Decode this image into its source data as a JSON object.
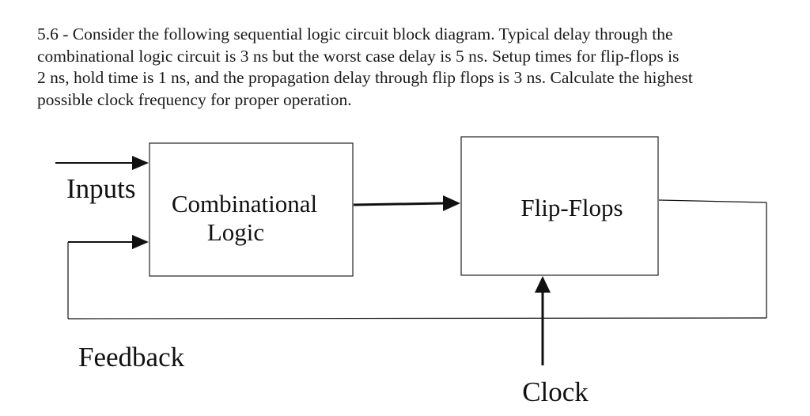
{
  "problem": {
    "lines": [
      "5.6 - Consider the following sequential logic circuit block diagram. Typical delay through the",
      "combinational logic circuit is 3 ns but the worst case delay is 5 ns. Setup times for flip-flops is",
      "2 ns, hold time is 1 ns, and the propagation delay through flip flops is 3 ns. Calculate the highest",
      "possible clock frequency for proper operation."
    ]
  },
  "diagram": {
    "inputs_label": "Inputs",
    "comb_label_line1": "Combinational",
    "comb_label_line2": "Logic",
    "ff_label": "Flip-Flops",
    "feedback_label": "Feedback",
    "clock_label": "Clock"
  },
  "colors": {
    "line": "#111111",
    "box_border": "#222222",
    "text": "#111111"
  }
}
